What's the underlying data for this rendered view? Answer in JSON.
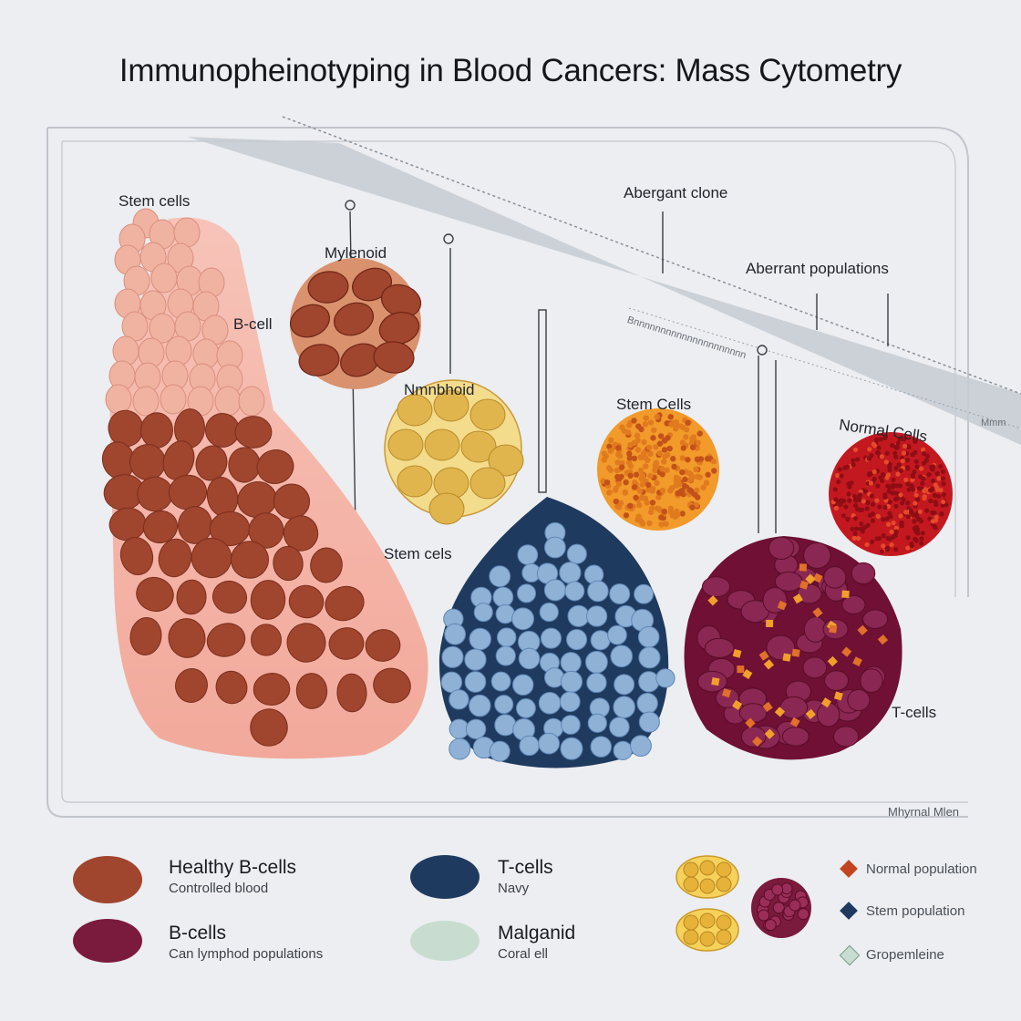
{
  "title": "Immunopheinotyping in Blood Cancers: Mass Cytometry",
  "labels": {
    "stem_cells_top": "Stem cells",
    "b_cell": "B-cell",
    "myeloid": "Mylenoid",
    "lymphoid": "Nmnbhoid",
    "stem_cells_mid": "Stem cels",
    "stem_cells_orange": "Stem Cells",
    "normal_cells": "Normal Cells",
    "t_cells": "T-cells",
    "aberrant_clone": "Abergant clone",
    "aberrant_populations": "Aberrant populations",
    "band_text": "Bnnnnnnnnnnnnnnnnnnnnn",
    "band_edge": "Mmm",
    "corner_note": "Mhyrnal Mlen"
  },
  "legend": {
    "healthy_b": {
      "title": "Healthy B-cells",
      "sub": "Controlled blood"
    },
    "b_cells": {
      "title": "B-cells",
      "sub": "Can lymphod populations"
    },
    "t_cells": {
      "title": "T-cells",
      "sub": "Navy"
    },
    "malgamid": {
      "title": "Malganid",
      "sub": "Coral ell"
    },
    "normal_population": "Normal population",
    "stem_population": "Stem population",
    "gropemleine": "Gropemleine"
  },
  "colors": {
    "brown": "#a0452e",
    "maroon": "#7a1a3c",
    "navy": "#1f3a5f",
    "pale_green": "#c8ddd0",
    "golden": "#e0b54d",
    "orange": "#e07a1f",
    "red": "#b5121b",
    "salmon": "#f4b5aa"
  }
}
